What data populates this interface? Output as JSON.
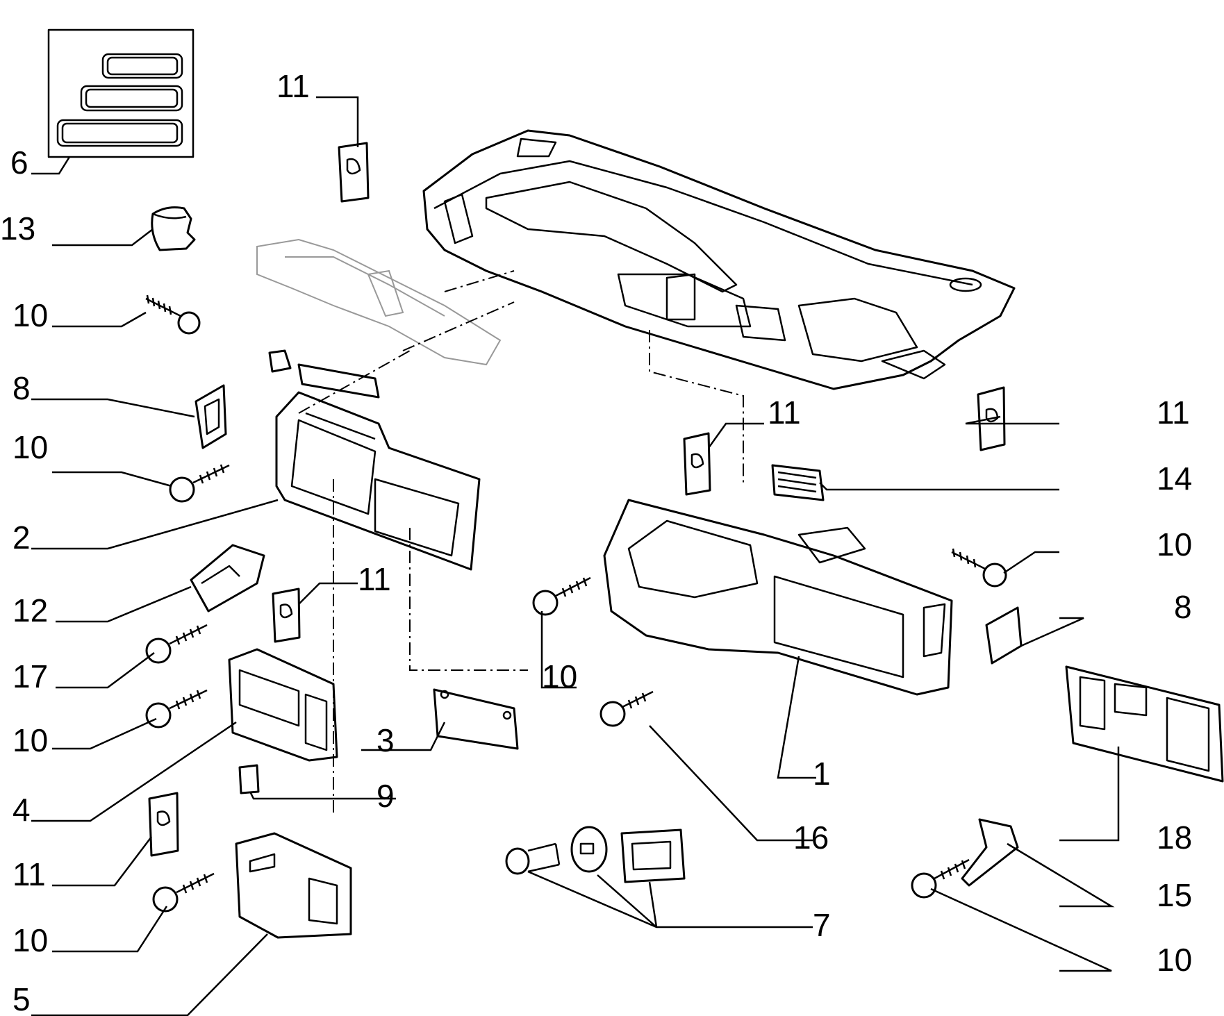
{
  "callouts": [
    {
      "id": "6",
      "text": "6"
    },
    {
      "id": "13",
      "text": "13"
    },
    {
      "id": "10a",
      "text": "10"
    },
    {
      "id": "8a",
      "text": "8"
    },
    {
      "id": "10b",
      "text": "10"
    },
    {
      "id": "2",
      "text": "2"
    },
    {
      "id": "12",
      "text": "12"
    },
    {
      "id": "17",
      "text": "17"
    },
    {
      "id": "10c",
      "text": "10"
    },
    {
      "id": "4",
      "text": "4"
    },
    {
      "id": "11a",
      "text": "11"
    },
    {
      "id": "10d",
      "text": "10"
    },
    {
      "id": "5",
      "text": "5"
    },
    {
      "id": "11b",
      "text": "11"
    },
    {
      "id": "11c",
      "text": "11"
    },
    {
      "id": "9",
      "text": "9"
    },
    {
      "id": "3",
      "text": "3"
    },
    {
      "id": "10e",
      "text": "10"
    },
    {
      "id": "16",
      "text": "16"
    },
    {
      "id": "7",
      "text": "7"
    },
    {
      "id": "11d",
      "text": "11"
    },
    {
      "id": "11e",
      "text": "11"
    },
    {
      "id": "14",
      "text": "14"
    },
    {
      "id": "10f",
      "text": "10"
    },
    {
      "id": "8b",
      "text": "8"
    },
    {
      "id": "1",
      "text": "1"
    },
    {
      "id": "18",
      "text": "18"
    },
    {
      "id": "15",
      "text": "15"
    },
    {
      "id": "10g",
      "text": "10"
    }
  ]
}
